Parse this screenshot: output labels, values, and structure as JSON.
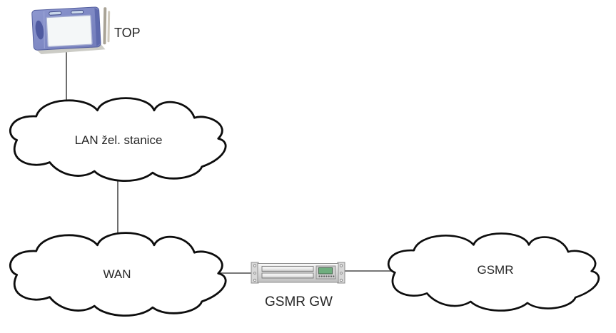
{
  "diagram": {
    "type": "network-topology",
    "nodes": [
      {
        "id": "top-device",
        "kind": "terminal-device",
        "label": "TOP"
      },
      {
        "id": "lan-cloud",
        "kind": "cloud",
        "label": "LAN žel. stanice"
      },
      {
        "id": "wan-cloud",
        "kind": "cloud",
        "label": "WAN"
      },
      {
        "id": "gsmr-gw",
        "kind": "rack-gateway",
        "label": "GSMR GW"
      },
      {
        "id": "gsmr-cloud",
        "kind": "cloud",
        "label": "GSMR"
      }
    ],
    "connections": [
      {
        "from": "top-device",
        "to": "lan-cloud"
      },
      {
        "from": "lan-cloud",
        "to": "wan-cloud"
      },
      {
        "from": "wan-cloud",
        "to": "gsmr-gw"
      },
      {
        "from": "gsmr-gw",
        "to": "gsmr-cloud"
      }
    ],
    "colors": {
      "background": "#ffffff",
      "cloud_outline": "#0d0d0d",
      "cloud_fill": "#ffffff",
      "connector": "#4a4a4a",
      "label_text": "#262626",
      "device_body": "#7c86c2",
      "device_body_edge": "#545f9e",
      "device_screen": "#f4f7f8",
      "device_oval": "#4f5aa0",
      "rack_chassis_light": "#f0f0f0",
      "rack_chassis_dark": "#c3c3c3",
      "rack_border": "#8c8c8c",
      "rack_lcd_green": "#6fae7e"
    }
  }
}
